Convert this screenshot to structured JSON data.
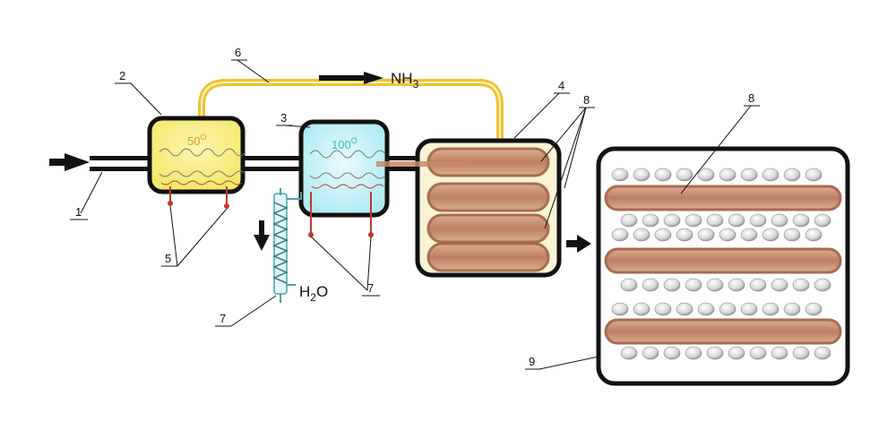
{
  "labels": {
    "l1": "1",
    "l2": "2",
    "l3": "3",
    "l4": "4",
    "l5": "5",
    "l6": "6",
    "l7a": "7",
    "l7b": "7",
    "l8a": "8",
    "l8b": "8",
    "l9": "9"
  },
  "vessels": {
    "heater1_temp": "50",
    "heater2_temp": "100",
    "degree_mark": "O"
  },
  "gases": {
    "ammonia_main": "NH",
    "ammonia_sub": "3",
    "water_main": "H",
    "water_sub": "2",
    "water_tail": "O"
  },
  "colors": {
    "heater1_fill": "#f7ef8a",
    "heater2_fill": "#bfeff4",
    "pipe_yellow": "#f1c232",
    "pipe_black": "#111111",
    "fiber_brown": "#c98a6a",
    "wire_red": "#c0392b",
    "condenser_teal": "#4aa3a8"
  },
  "icons": [
    "flow-arrow-icon",
    "down-arrow-icon",
    "right-arrow-icon"
  ]
}
